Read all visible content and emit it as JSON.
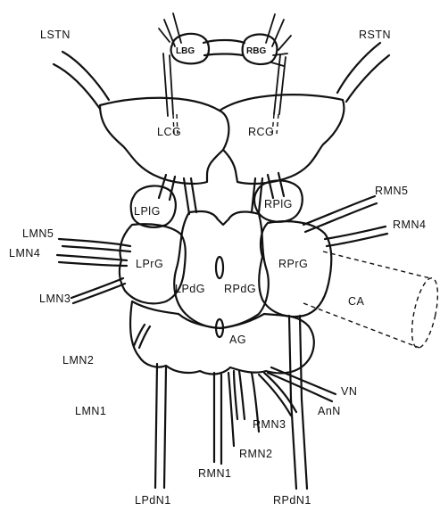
{
  "labels": {
    "lstn": "LSTN",
    "rstn": "RSTN",
    "lbg": "LBG",
    "rbg": "RBG",
    "lcg": "LCG",
    "rcg": "RCG",
    "lplg": "LPlG",
    "rplg": "RPlG",
    "lmn5": "LMN5",
    "lmn4": "LMN4",
    "lmn3": "LMN3",
    "lmn2": "LMN2",
    "lmn1": "LMN1",
    "lprg": "LPrG",
    "rprg": "RPrG",
    "lpdg": "LPdG",
    "rpdg": "RPdG",
    "ag": "AG",
    "ca": "CA",
    "rmn5": "RMN5",
    "rmn4": "RMN4",
    "rmn3": "RMN3",
    "rmn2": "RMN2",
    "rmn1": "RMN1",
    "vn": "VN",
    "ann": "AnN",
    "lpdn1": "LPdN1",
    "rpdn1": "RPdN1"
  }
}
